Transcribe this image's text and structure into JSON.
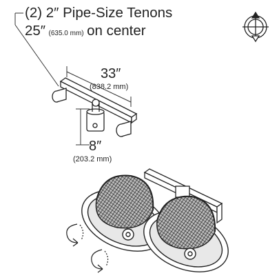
{
  "callout": {
    "line1": "(2) 2″ Pipe-Size Tenons",
    "line2_main_a": "25″",
    "line2_small": "(635.0 mm)",
    "line2_main_b": "on center"
  },
  "dimensions": {
    "width_in": "33″",
    "width_mm": "(838.2 mm)",
    "height_in": "8″",
    "height_mm": "(203.2 mm)"
  },
  "icons": {
    "compass": "compass-rose-icon",
    "rotate_left": "rotation-arrow-icon",
    "rotate_right": "rotation-arrow-icon"
  }
}
